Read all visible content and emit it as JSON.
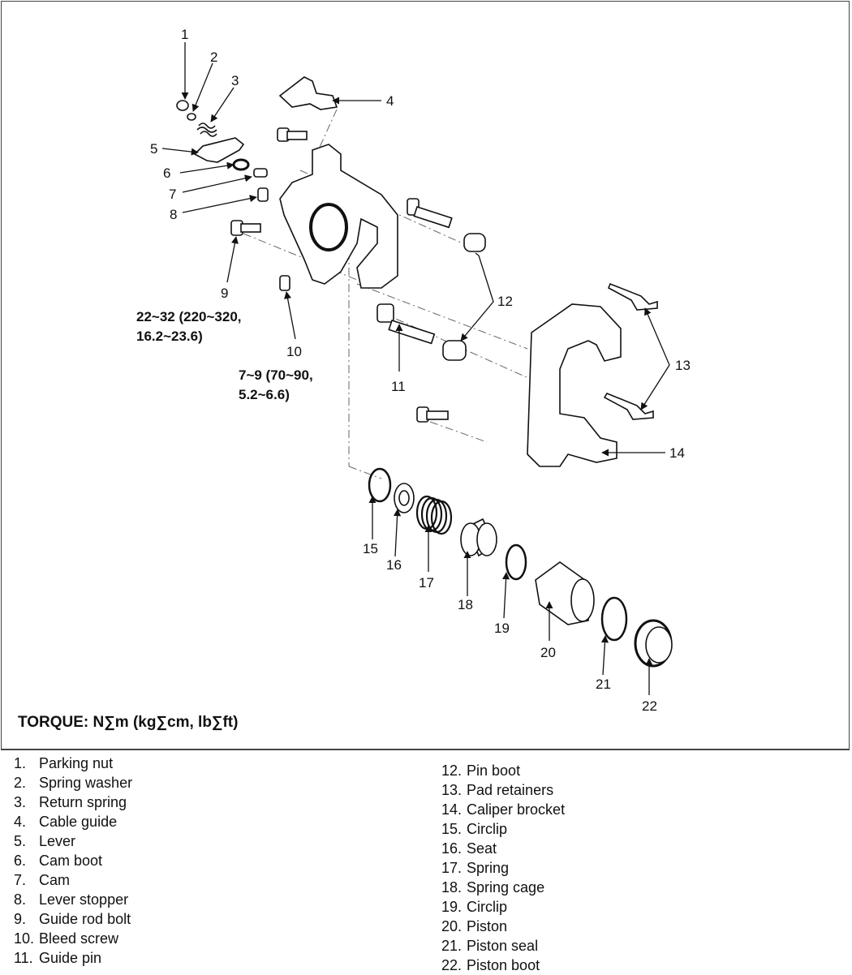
{
  "callouts": [
    "1",
    "2",
    "3",
    "4",
    "5",
    "6",
    "7",
    "8",
    "9",
    "10",
    "11",
    "12",
    "13",
    "14",
    "15",
    "16",
    "17",
    "18",
    "19",
    "20",
    "21",
    "22"
  ],
  "torque_9": {
    "line1": "22~32 (220~320,",
    "line2": "16.2~23.6)"
  },
  "torque_10": {
    "line1": "7~9 (70~90,",
    "line2": "5.2~6.6)"
  },
  "torque_title": "TORQUE: N∑m (kg∑cm, lb∑ft)",
  "legend_left": [
    {
      "num": "1.",
      "text": "Parking nut"
    },
    {
      "num": "2.",
      "text": "Spring washer"
    },
    {
      "num": "3.",
      "text": "Return spring"
    },
    {
      "num": "4.",
      "text": "Cable guide"
    },
    {
      "num": "5.",
      "text": "Lever"
    },
    {
      "num": "6.",
      "text": "Cam boot"
    },
    {
      "num": "7.",
      "text": "Cam"
    },
    {
      "num": "8.",
      "text": "Lever stopper"
    },
    {
      "num": "9.",
      "text": "Guide rod bolt"
    },
    {
      "num": "10.",
      "text": "Bleed screw"
    },
    {
      "num": "11.",
      "text": "Guide pin"
    }
  ],
  "legend_right": [
    {
      "num": "12.",
      "text": "Pin boot"
    },
    {
      "num": "13.",
      "text": "Pad retainers"
    },
    {
      "num": "14.",
      "text": "Caliper brocket"
    },
    {
      "num": "15.",
      "text": "Circlip"
    },
    {
      "num": "16.",
      "text": "Seat"
    },
    {
      "num": "17.",
      "text": "Spring"
    },
    {
      "num": "18.",
      "text": "Spring cage"
    },
    {
      "num": "19.",
      "text": "Circlip"
    },
    {
      "num": "20.",
      "text": "Piston"
    },
    {
      "num": "21.",
      "text": "Piston seal"
    },
    {
      "num": "22.",
      "text": "Piston boot"
    }
  ]
}
